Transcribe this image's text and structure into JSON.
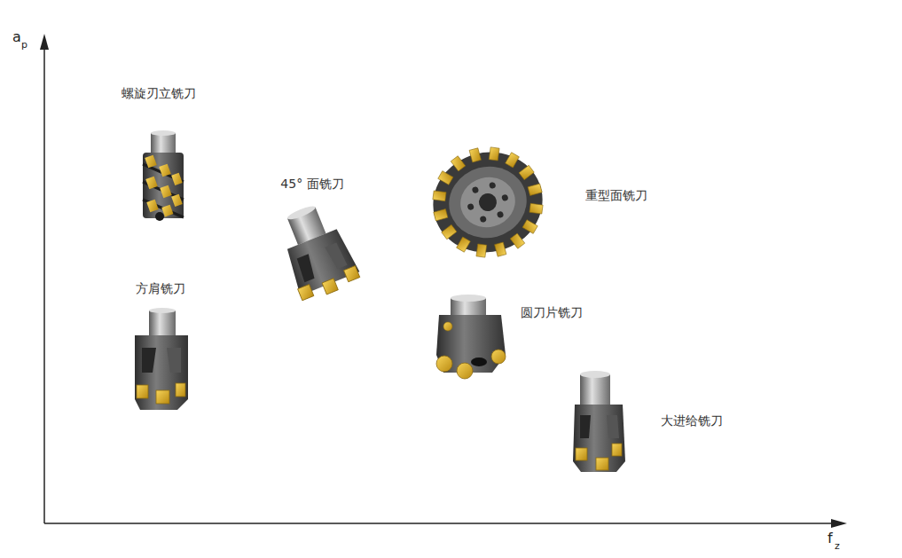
{
  "diagram": {
    "nodes": [
      {
        "text": [
          "螺旋刃立铣刀",
          "方肩铣刀"
        ]
      },
      {
        "text": [
          "45° 面铣刀"
        ]
      },
      {
        "text": [
          "重型面铣刀"
        ]
      },
      {
        "text": [
          "圆刀片铣刀"
        ]
      },
      {
        "text": [
          "大进给铣刀"
        ]
      }
    ],
    "labels": [
      "a",
      "p",
      "f",
      "z"
    ]
  }
}
